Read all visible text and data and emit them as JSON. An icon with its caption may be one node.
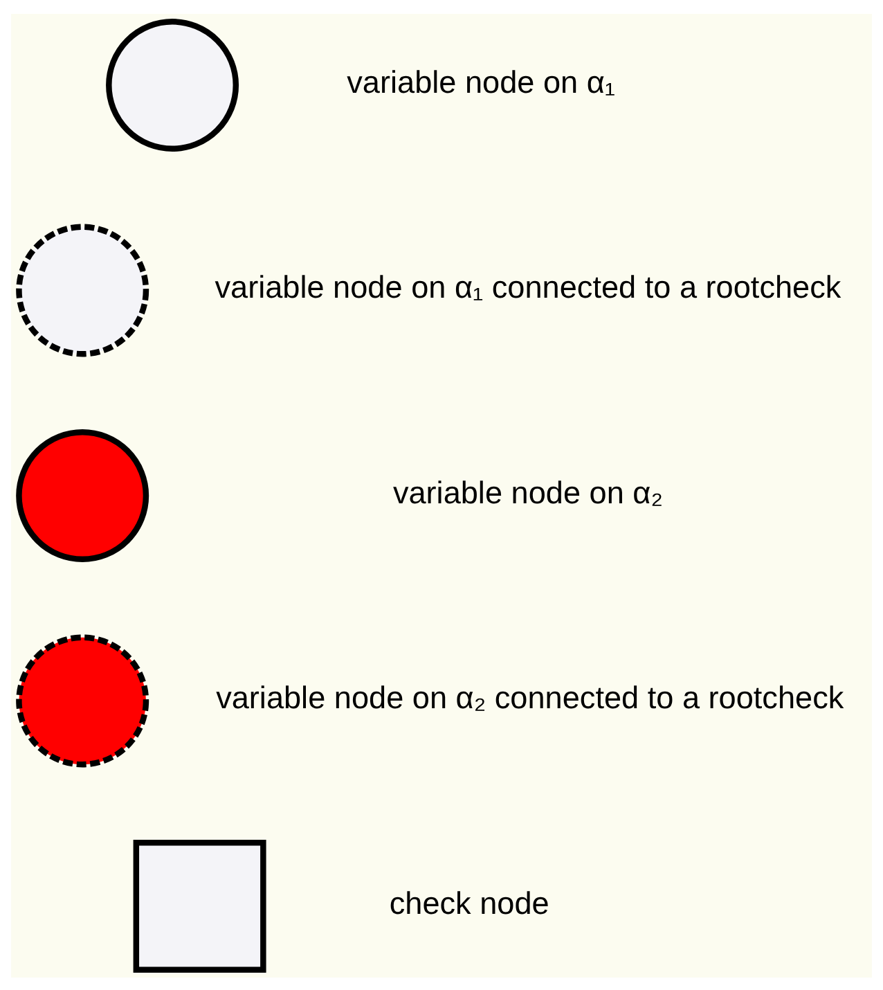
{
  "diagram": {
    "nodes": [
      {
        "text": [],
        "shape": "circle"
      },
      {
        "text": [],
        "shape": "circle"
      },
      {
        "text": [],
        "shape": "circle"
      },
      {
        "text": [],
        "shape": "circle"
      },
      {
        "text": [],
        "shape": "box"
      }
    ],
    "legend": [
      {
        "text": "variable node on α₁"
      },
      {
        "text": "variable node on α₁ connected to a rootcheck"
      },
      {
        "text": "variable node on α₂"
      },
      {
        "text": "variable node on α₂ connected to a rootcheck"
      },
      {
        "text": "check node"
      }
    ]
  }
}
